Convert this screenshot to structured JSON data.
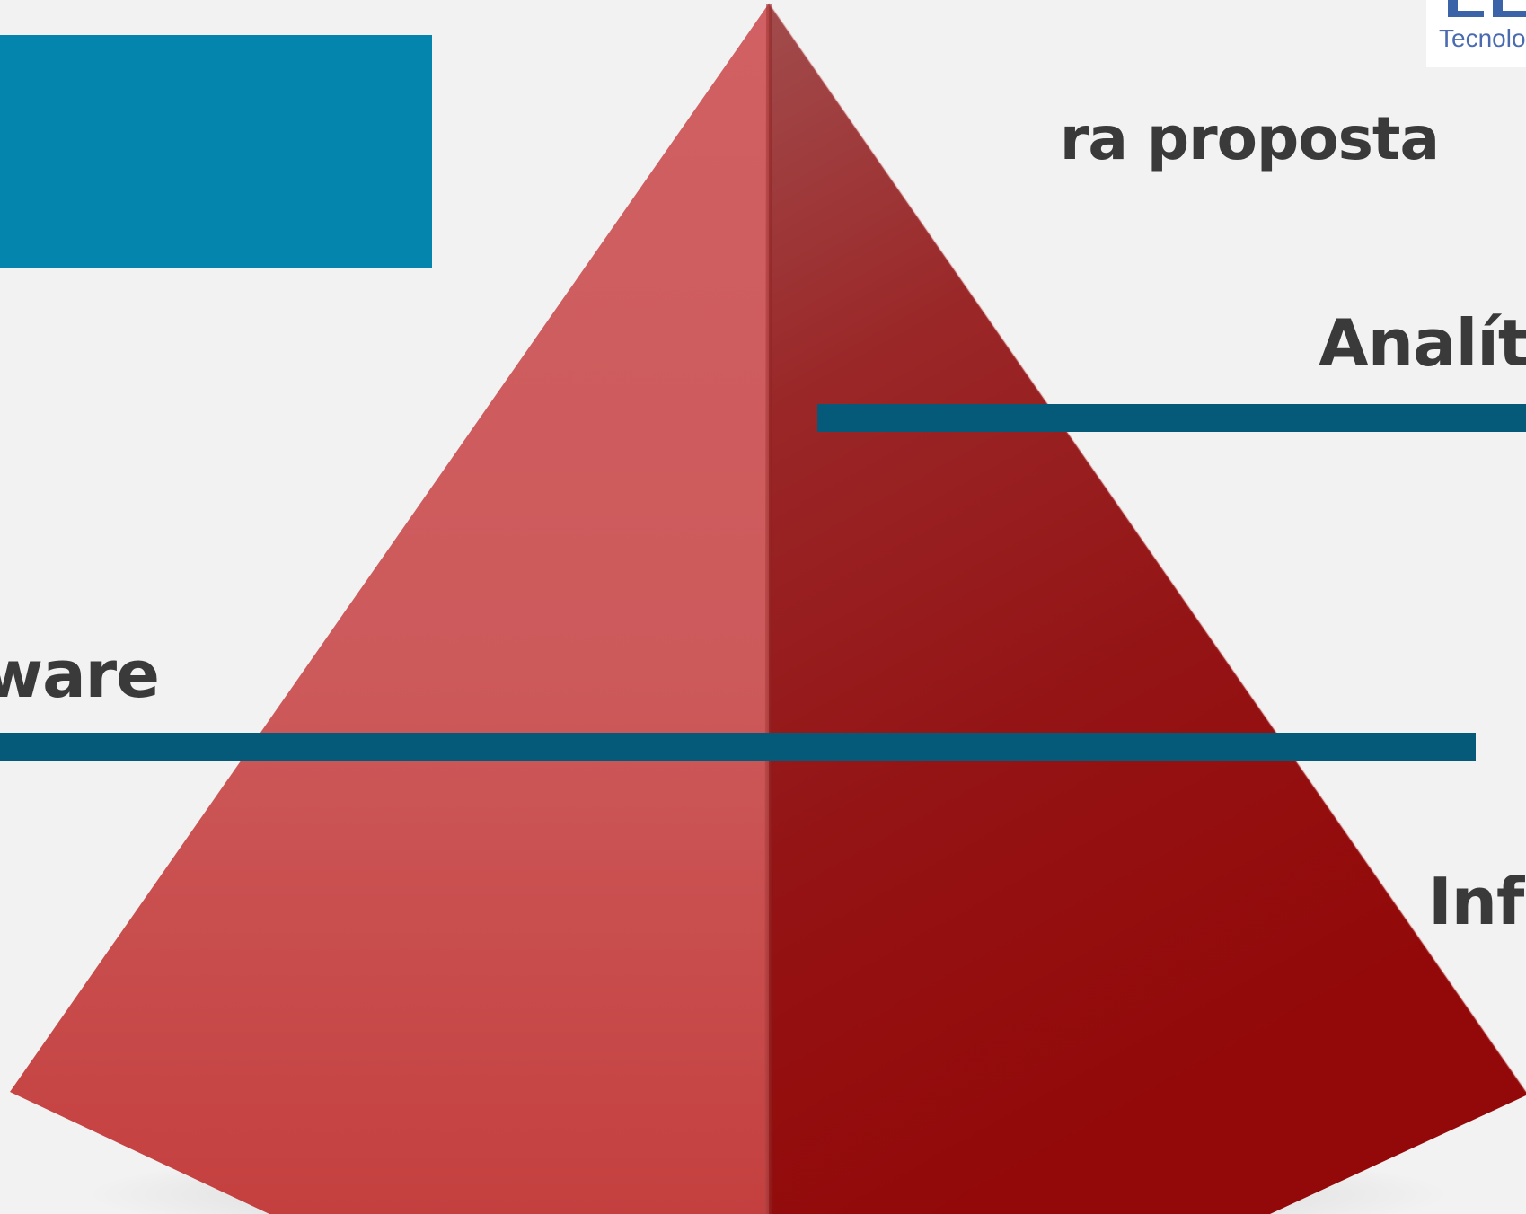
{
  "slide": {
    "title": "ra proposta",
    "logo": {
      "subtitle": "Tecnolo",
      "color": "#3b63a8"
    },
    "layers": [
      {
        "id": "analitica",
        "label": "Analíti"
      },
      {
        "id": "software",
        "label": "ware"
      },
      {
        "id": "infra",
        "label": "Infr"
      }
    ]
  },
  "colors": {
    "background": "#f2f2f2",
    "title_box": "#0385ae",
    "divider": "#045a78",
    "text": "#3a3a3a",
    "pyramid_left_face": "#cc5757",
    "pyramid_right_face": "#96100f"
  }
}
